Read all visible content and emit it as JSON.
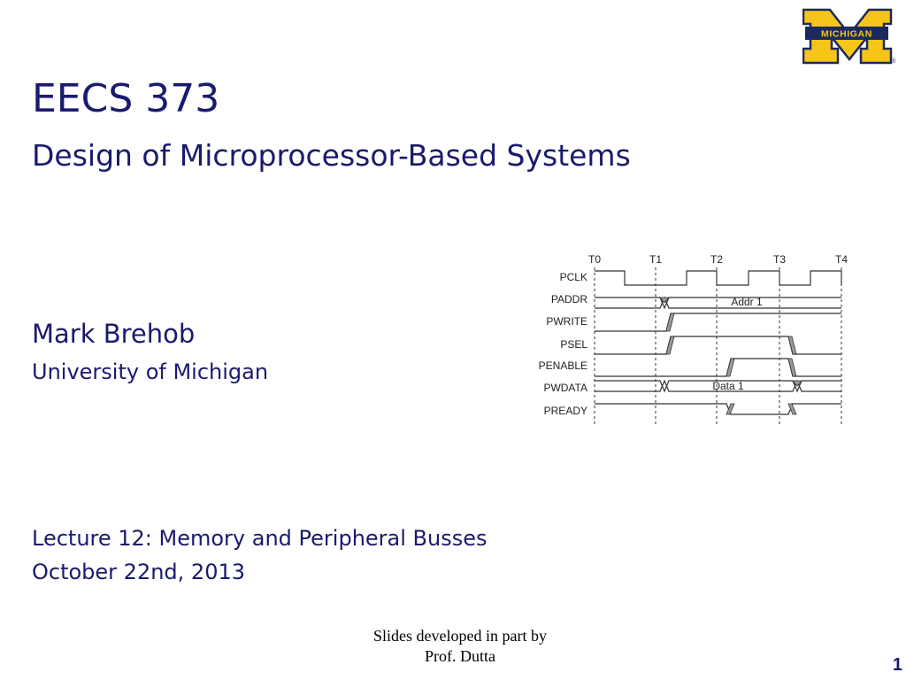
{
  "slide": {
    "title": "EECS 373",
    "subtitle": "Design of Microprocessor-Based Systems",
    "author": "Mark Brehob",
    "affiliation": "University of Michigan",
    "lecture": "Lecture 12: Memory and Peripheral Busses",
    "date": "October 22nd, 2013",
    "credit_line1": "Slides developed in part by",
    "credit_line2": "Prof. Dutta",
    "page_number": "1"
  },
  "logo": {
    "text": "MICHIGAN",
    "registered": "®",
    "colors": {
      "maize": "#f5c518",
      "blue": "#1b2a5c"
    }
  },
  "timing_diagram": {
    "time_labels": [
      "T0",
      "T1",
      "T2",
      "T3",
      "T4"
    ],
    "signals": [
      "PCLK",
      "PADDR",
      "PWRITE",
      "PSEL",
      "PENABLE",
      "PWDATA",
      "PREADY"
    ],
    "addr_label": "Addr 1",
    "data_label": "Data 1"
  },
  "colors": {
    "text_navy": "#1a1a6e",
    "transition_gray": "#9a9a9a"
  }
}
